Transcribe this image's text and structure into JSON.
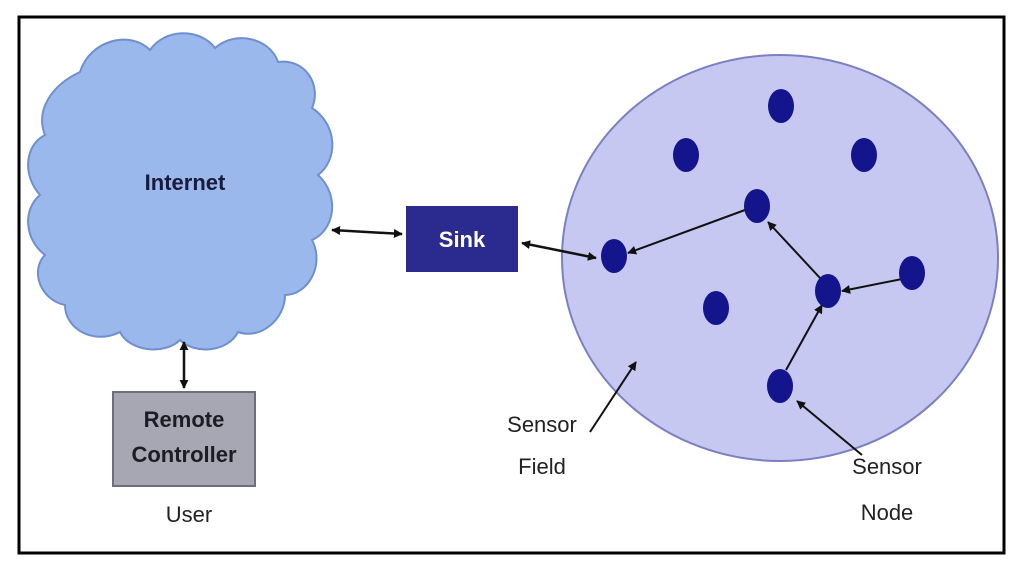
{
  "labels": {
    "internet": "Internet",
    "sink": "Sink",
    "remote_line1": "Remote",
    "remote_line2": "Controller",
    "user": "User",
    "sensor_field_line1": "Sensor",
    "sensor_field_line2": "Field",
    "sensor_node_line1": "Sensor",
    "sensor_node_line2": "Node"
  },
  "colors": {
    "cloud_fill": "#9ab8ec",
    "cloud_stroke": "#6f8fcf",
    "field_fill": "#c6c8f2",
    "field_stroke": "#7d80c0",
    "node_fill": "#14148c",
    "sink_fill": "#2b2b8f",
    "sink_text": "#ffffff",
    "remote_fill": "#a7a7b3",
    "remote_stroke": "#6e6e7a",
    "arrow": "#111111",
    "frame": "#000000"
  }
}
